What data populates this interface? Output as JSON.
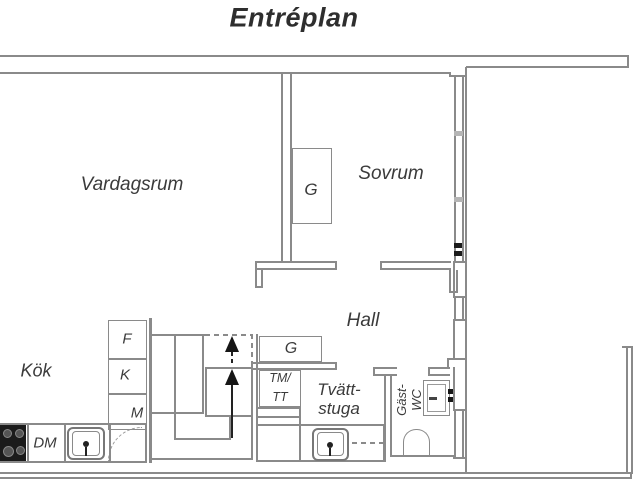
{
  "title": "Entréplan",
  "rooms": {
    "living_room": "Vardagsrum",
    "bedroom": "Sovrum",
    "hall": "Hall",
    "kitchen": "Kök",
    "laundry_line1": "Tvätt-",
    "laundry_line2": "stuga",
    "guest_wc_line1": "Gäst-",
    "guest_wc_line2": "WC"
  },
  "cabinets": {
    "bedroom_wardrobe": "G",
    "hall_wardrobe": "G",
    "freezer": "F",
    "fridge": "K",
    "meter": "M",
    "washer_dryer_line1": "TM/",
    "washer_dryer_line2": "TT",
    "dishwasher": "DM"
  },
  "stairs": {
    "direction": "up",
    "arrow_count": 2
  },
  "colors": {
    "wall": "#8a8a8a",
    "label_text": "#3b3b3b",
    "stove": "#1b1b1b",
    "fixture_mark": "#161616",
    "background": "#ffffff"
  }
}
